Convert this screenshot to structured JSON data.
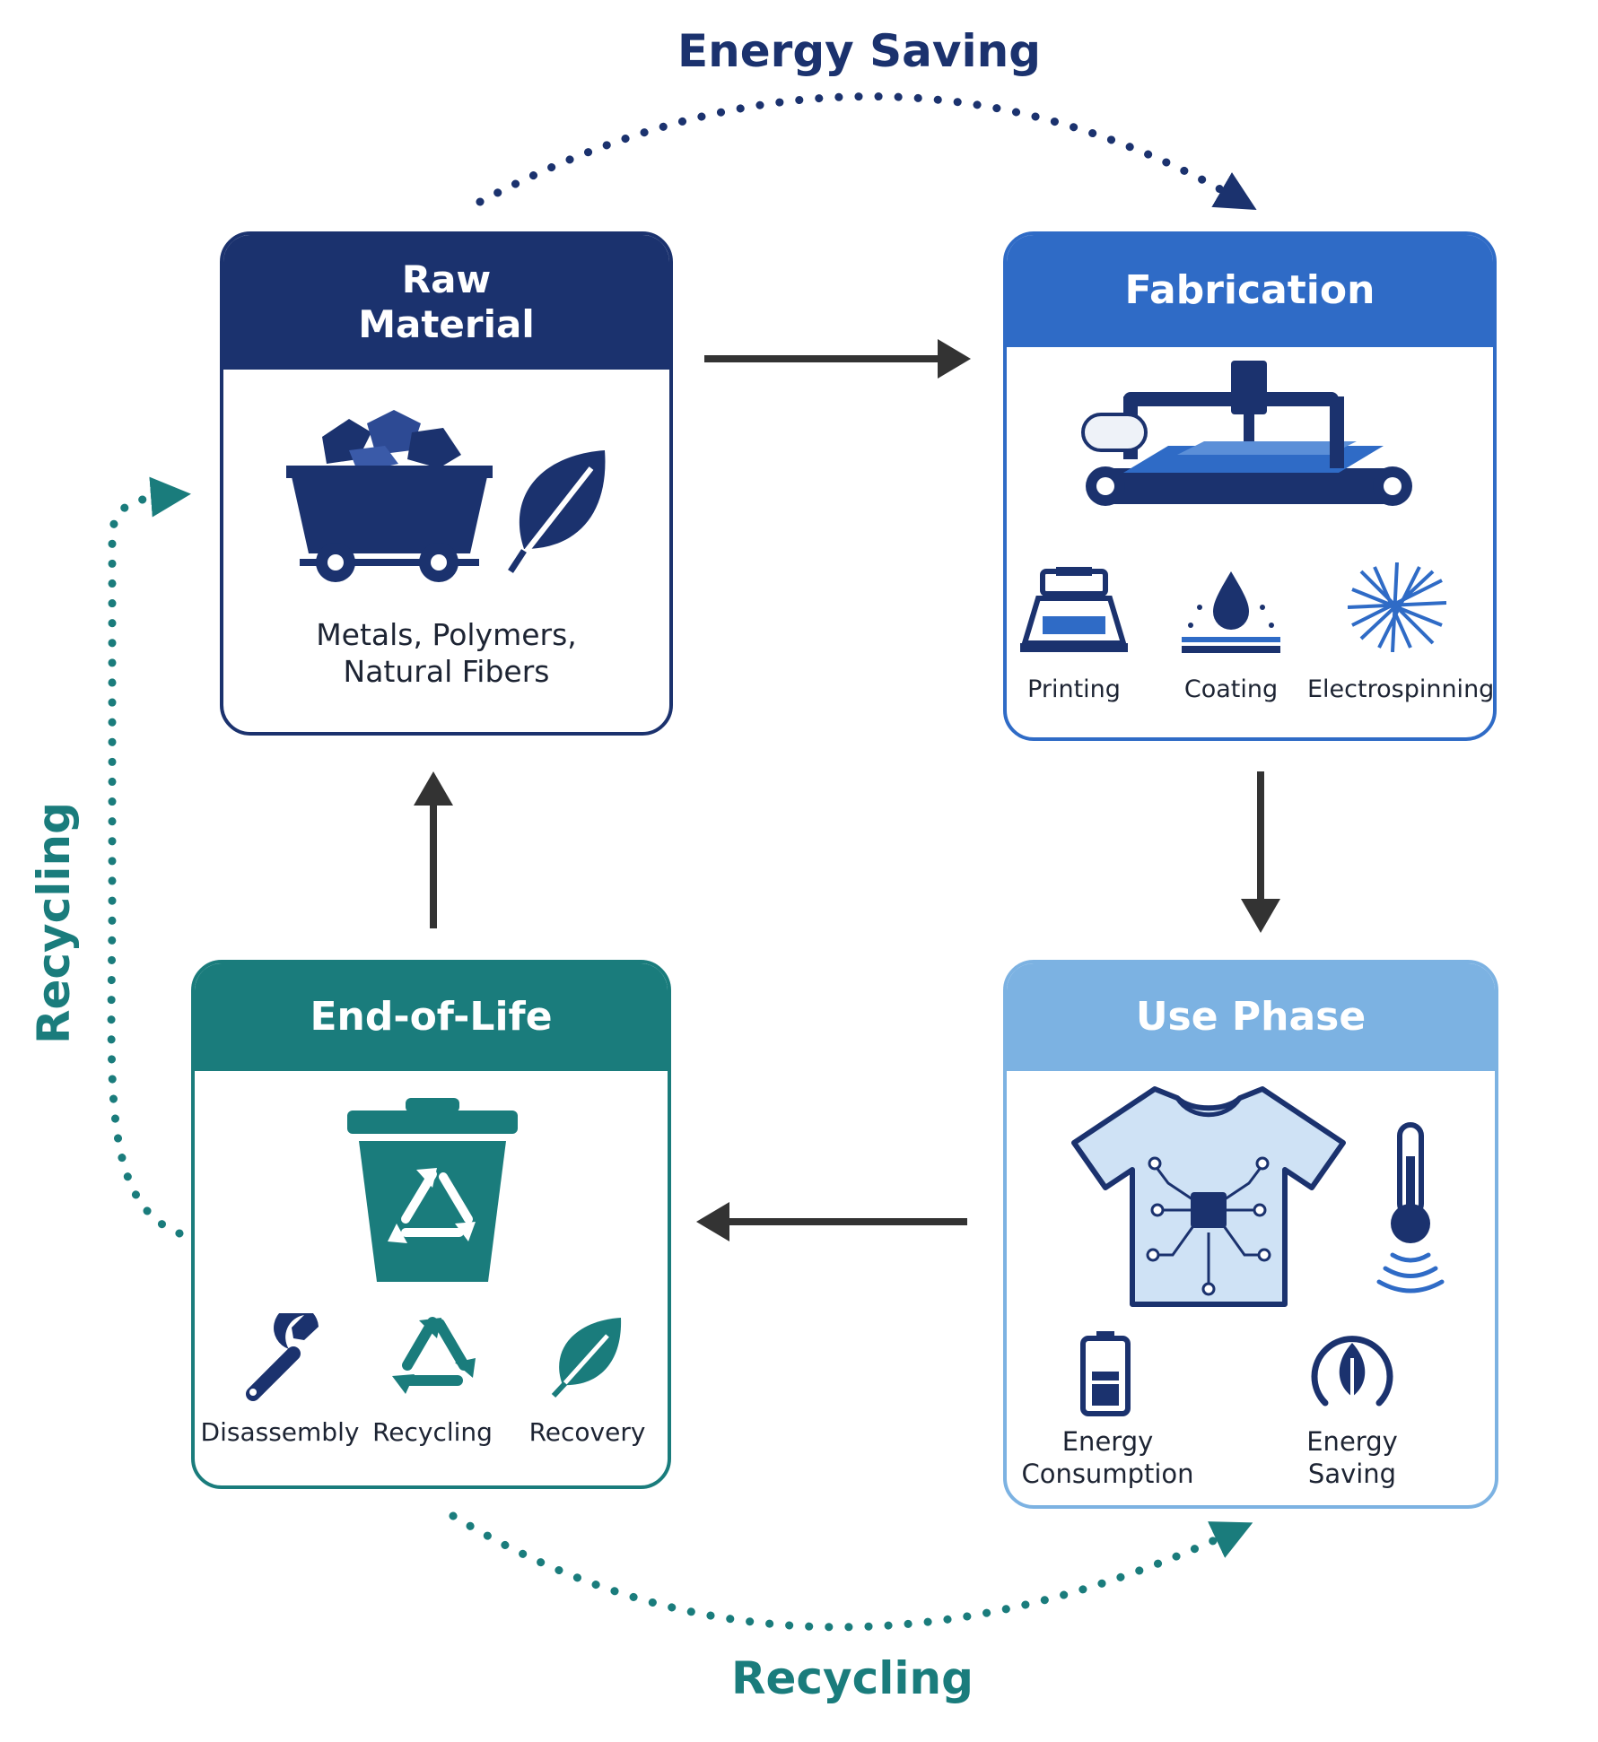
{
  "colors": {
    "raw": "#1b326e",
    "fabrication": "#2f6bc6",
    "use": "#7cb2e2",
    "eol": "#1a7c7c",
    "arrow": "#333333"
  },
  "top_loop_label": "Energy Saving",
  "left_loop_label": "Recycling",
  "bottom_loop_label": "Recycling",
  "raw_material": {
    "title": "Raw\nMaterial",
    "caption_line1": "Metals, Polymers,",
    "caption_line2": "Natural Fibers",
    "icons": [
      "mine-cart-icon",
      "leaf-icon"
    ]
  },
  "fabrication": {
    "title": "Fabrication",
    "icons": [
      "printer-machine-icon"
    ],
    "methods": [
      {
        "label": "Printing",
        "icon": "screen-print-icon"
      },
      {
        "label": "Coating",
        "icon": "coating-drop-icon"
      },
      {
        "label": "Electrospinning",
        "icon": "fiber-mesh-icon"
      }
    ]
  },
  "use_phase": {
    "title": "Use Phase",
    "icons": [
      "smart-shirt-icon",
      "thermometer-icon"
    ],
    "items": [
      {
        "label_line1": "Energy",
        "label_line2": "Consumption",
        "icon": "battery-icon"
      },
      {
        "label_line1": "Energy",
        "label_line2": "Saving",
        "icon": "eco-leaf-icon"
      }
    ]
  },
  "end_of_life": {
    "title": "End-of-Life",
    "icons": [
      "recycle-bin-icon"
    ],
    "items": [
      {
        "label": "Disassembly",
        "icon": "wrench-icon"
      },
      {
        "label": "Recycling",
        "icon": "recycle-icon"
      },
      {
        "label": "Recovery",
        "icon": "leaf-recovery-icon"
      }
    ]
  }
}
